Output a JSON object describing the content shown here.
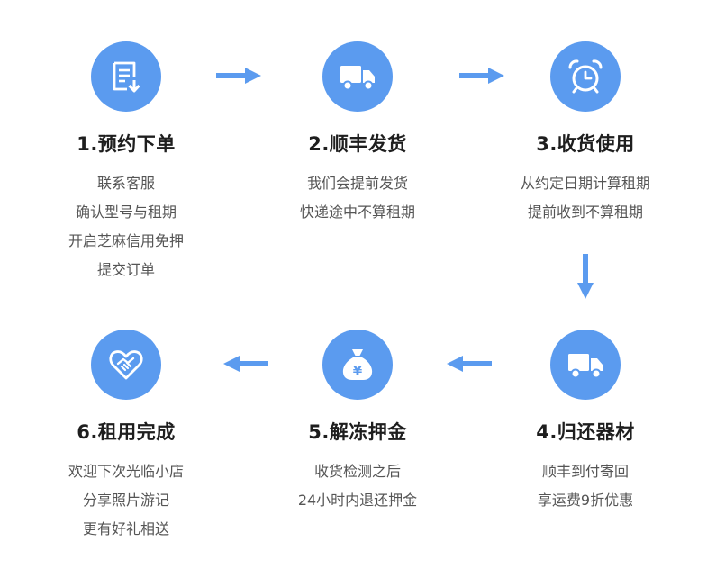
{
  "steps": [
    {
      "icon": "form-download-icon",
      "title": "1.预约下单",
      "lines": [
        "联系客服",
        "确认型号与租期",
        "开启芝麻信用免押",
        "提交订单"
      ]
    },
    {
      "icon": "truck-icon",
      "title": "2.顺丰发货",
      "lines": [
        "我们会提前发货",
        "快递途中不算租期"
      ]
    },
    {
      "icon": "alarm-clock-icon",
      "title": "3.收货使用",
      "lines": [
        "从约定日期计算租期",
        "提前收到不算租期"
      ]
    },
    {
      "icon": "truck-icon",
      "title": "4.归还器材",
      "lines": [
        "顺丰到付寄回",
        "享运费9折优惠"
      ]
    },
    {
      "icon": "money-bag-icon",
      "title": "5.解冻押金",
      "lines": [
        "收货检测之后",
        "24小时内退还押金"
      ]
    },
    {
      "icon": "heart-handshake-icon",
      "title": "6.租用完成",
      "lines": [
        "欢迎下次光临小店",
        "分享照片游记",
        "更有好礼相送"
      ]
    }
  ],
  "colors": {
    "accent": "#5b9bef",
    "title": "#1e1e1e",
    "text": "#555555"
  }
}
